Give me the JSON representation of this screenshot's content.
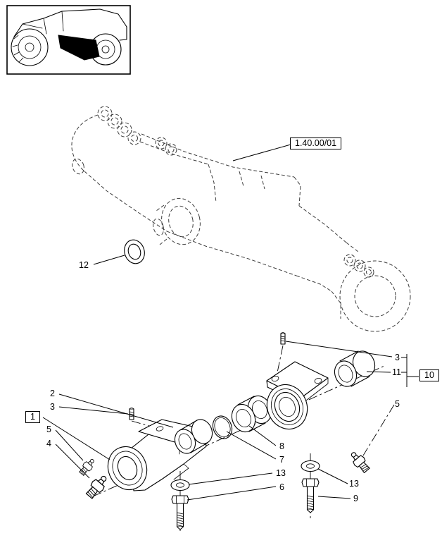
{
  "drawing": {
    "ref_label": "1.40.00/01",
    "callouts": {
      "c12": "12",
      "c3_right": "3",
      "c11": "11",
      "c10": "10",
      "c5_right": "5",
      "c2": "2",
      "c3_left": "3",
      "c1": "1",
      "c5_left": "5",
      "c4": "4",
      "c8": "8",
      "c7": "7",
      "c13_mid": "13",
      "c6": "6",
      "c13_right": "13",
      "c9": "9"
    }
  }
}
